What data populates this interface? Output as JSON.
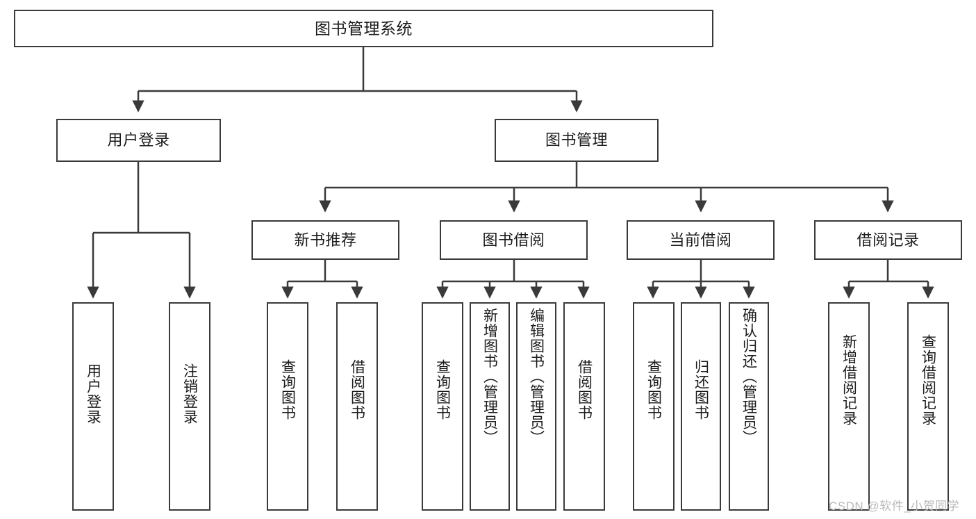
{
  "diagram": {
    "title": "图书管理系统",
    "type": "hierarchy-tree",
    "background_color": "#ffffff",
    "box_border_color": "#3a3a3a",
    "connector_color": "#3a3a3a",
    "text_color": "#1b1b1b"
  },
  "root": {
    "label": "图书管理系统"
  },
  "level2": [
    {
      "label": "用户登录"
    },
    {
      "label": "图书管理"
    }
  ],
  "level3": [
    {
      "label": "新书推荐"
    },
    {
      "label": "图书借阅"
    },
    {
      "label": "当前借阅"
    },
    {
      "label": "借阅记录"
    }
  ],
  "leaves": {
    "user_login": [
      {
        "label": "用户登录"
      },
      {
        "label": "注销登录"
      }
    ],
    "new_book_recommend": [
      {
        "label": "查询图书"
      },
      {
        "label": "借阅图书"
      }
    ],
    "book_borrow": [
      {
        "label": "查询图书"
      },
      {
        "label": "新增图书（管理员）"
      },
      {
        "label": "编辑图书（管理员）"
      },
      {
        "label": "借阅图书"
      }
    ],
    "current_borrow": [
      {
        "label": "查询图书"
      },
      {
        "label": "归还图书"
      },
      {
        "label": "确认归还（管理员）"
      }
    ],
    "borrow_record": [
      {
        "label": "新增借阅记录"
      },
      {
        "label": "查询借阅记录"
      }
    ]
  },
  "watermark": {
    "text": "CSDN @软件_小贺同学",
    "color": "#b9b9b9"
  }
}
